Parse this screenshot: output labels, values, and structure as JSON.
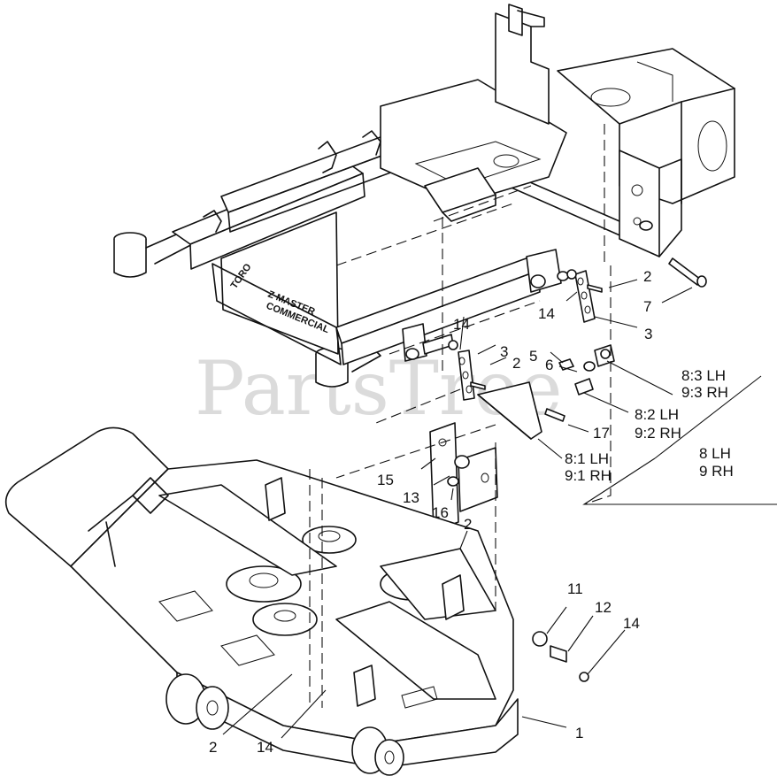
{
  "watermark": "PartsTree",
  "frame_stamps": {
    "brand": "TORO",
    "model": "Z MASTER",
    "sub": "COMMERCIAL"
  },
  "callouts": [
    {
      "id": "c-2-top",
      "text": "2"
    },
    {
      "id": "c-7",
      "text": "7"
    },
    {
      "id": "c-14-a",
      "text": "14"
    },
    {
      "id": "c-14-b",
      "text": "14"
    },
    {
      "id": "c-3-a",
      "text": "3"
    },
    {
      "id": "c-3-b",
      "text": "3"
    },
    {
      "id": "c-2-b",
      "text": "2"
    },
    {
      "id": "c-5",
      "text": "5"
    },
    {
      "id": "c-6",
      "text": "6"
    },
    {
      "id": "c-83",
      "text": "8:3 LH"
    },
    {
      "id": "c-93",
      "text": "9:3 RH"
    },
    {
      "id": "c-82",
      "text": "8:2 LH"
    },
    {
      "id": "c-92",
      "text": "9:2 RH"
    },
    {
      "id": "c-17",
      "text": "17"
    },
    {
      "id": "c-81",
      "text": "8:1 LH"
    },
    {
      "id": "c-91",
      "text": "9:1 RH"
    },
    {
      "id": "c-8",
      "text": "8 LH"
    },
    {
      "id": "c-9",
      "text": "9 RH"
    },
    {
      "id": "c-15",
      "text": "15"
    },
    {
      "id": "c-13",
      "text": "13"
    },
    {
      "id": "c-16",
      "text": "16"
    },
    {
      "id": "c-2-c",
      "text": "2"
    },
    {
      "id": "c-11",
      "text": "11"
    },
    {
      "id": "c-12",
      "text": "12"
    },
    {
      "id": "c-14-c",
      "text": "14"
    },
    {
      "id": "c-1",
      "text": "1"
    },
    {
      "id": "c-2-d",
      "text": "2"
    },
    {
      "id": "c-14-d",
      "text": "14"
    }
  ]
}
